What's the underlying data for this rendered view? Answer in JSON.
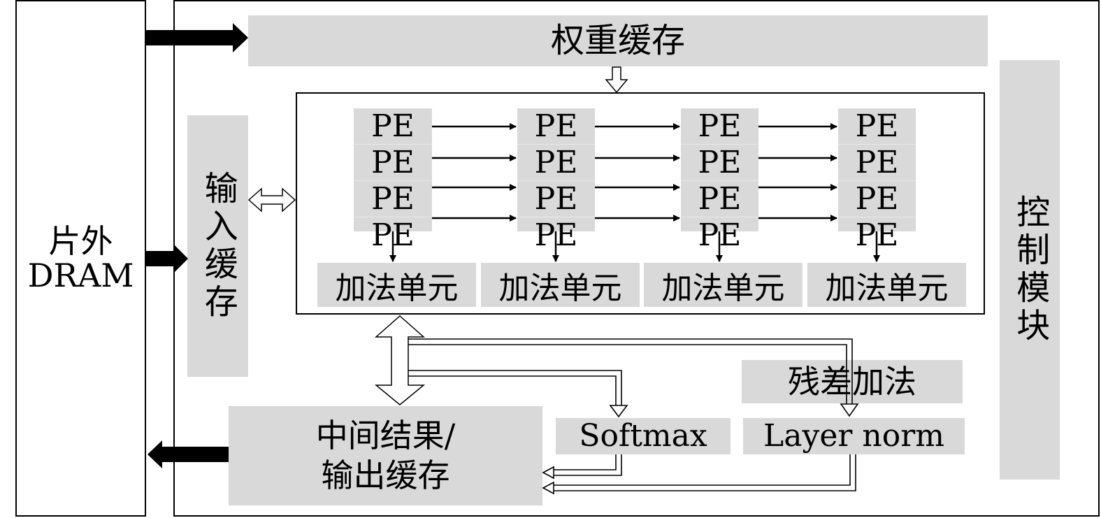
{
  "dram": {
    "label_line1": "片外",
    "label_line2": "DRAM"
  },
  "weight_buffer": {
    "label": "权重缓存"
  },
  "input_buffer": {
    "label": "输入缓存"
  },
  "control_module": {
    "label": "控制模块"
  },
  "pe_array": {
    "pe_label": "PE",
    "columns": 4,
    "rows": 4,
    "adder_label": "加法单元"
  },
  "residual_add": {
    "label": "残差加法"
  },
  "softmax": {
    "label": "Softmax"
  },
  "layer_norm": {
    "label": "Layer norm"
  },
  "output_buffer": {
    "label_line1": "中间结果/",
    "label_line2": "输出缓存"
  },
  "colors": {
    "block_fill": "#d9d9d9",
    "line": "#000000",
    "background": "#ffffff"
  }
}
